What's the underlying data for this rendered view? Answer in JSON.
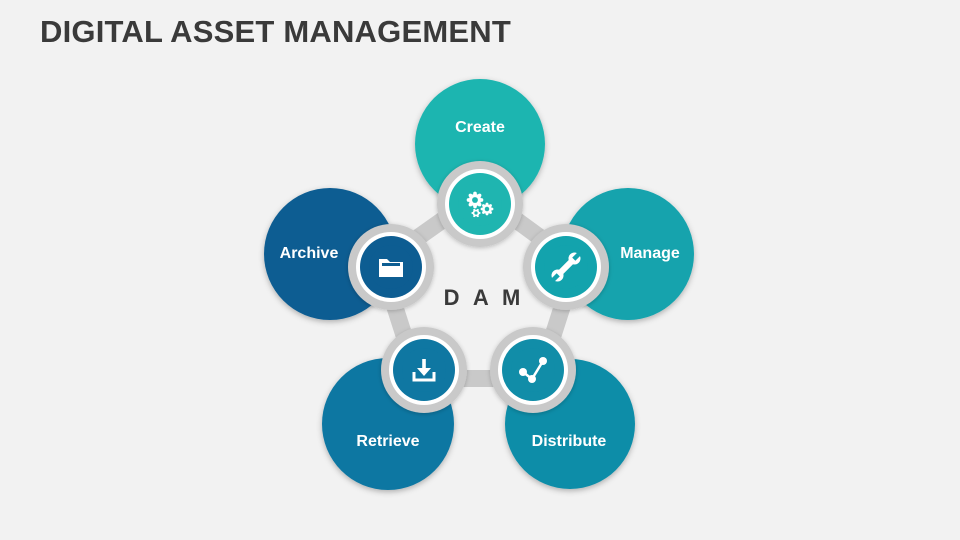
{
  "title": "DIGITAL ASSET MANAGEMENT",
  "center": {
    "label": "D A M"
  },
  "stages": [
    {
      "label": "Create",
      "color": "#1fb5b0",
      "icon": "gears-icon"
    },
    {
      "label": "Manage",
      "color": "#13a3ad",
      "icon": "wrench-icon"
    },
    {
      "label": "Distribute",
      "color": "#118da8",
      "icon": "share-nodes-icon"
    },
    {
      "label": "Retrieve",
      "color": "#0f77a2",
      "icon": "download-icon"
    },
    {
      "label": "Archive",
      "color": "#0d5d92",
      "icon": "folder-icon"
    }
  ],
  "colors": {
    "ring": "#c9c9c9",
    "background": "#f2f2f2",
    "title": "#3a3a3a"
  }
}
